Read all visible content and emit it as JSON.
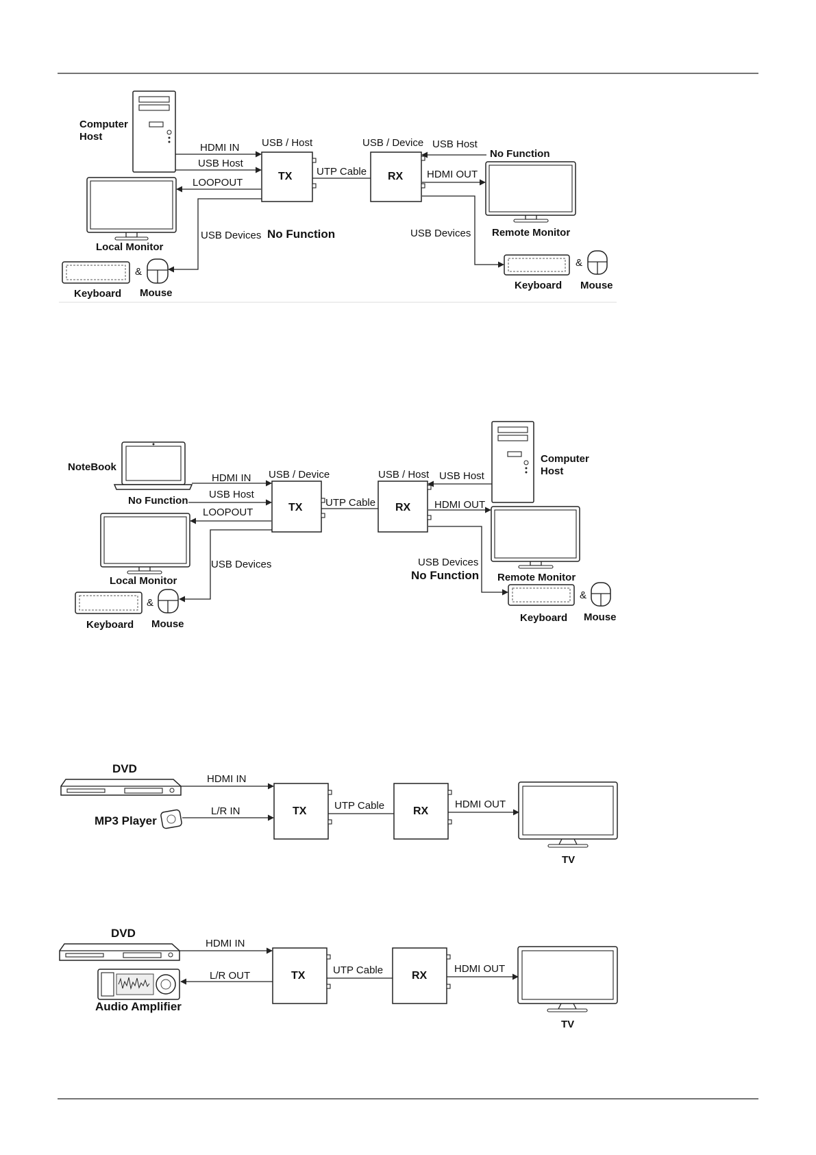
{
  "diagram1": {
    "computer_host": "Computer\nHost",
    "hdmi_in": "HDMI IN",
    "usb_host_in": "USB Host",
    "loopout": "LOOPOUT",
    "tx_port": "USB / Host",
    "tx": "TX",
    "utp_cable": "UTP Cable",
    "rx_port": "USB / Device",
    "rx": "RX",
    "rx_usb_host": "USB Host",
    "no_function_top": "No Function",
    "hdmi_out": "HDMI OUT",
    "local_monitor": "Local Monitor",
    "remote_monitor": "Remote Monitor",
    "usb_devices_local": "USB Devices",
    "no_function_local": "No Function",
    "usb_devices_remote": "USB Devices",
    "keyboard_local": "Keyboard",
    "mouse_local": "Mouse",
    "amp_local": "&",
    "keyboard_remote": "Keyboard",
    "mouse_remote": "Mouse",
    "amp_remote": "&"
  },
  "diagram2": {
    "notebook": "NoteBook",
    "hdmi_in": "HDMI IN",
    "usb_host_in": "USB Host",
    "no_function_left": "No Function",
    "loopout": "LOOPOUT",
    "tx_port": "USB / Device",
    "tx": "TX",
    "utp_cable": "UTP Cable",
    "rx_port": "USB / Host",
    "rx": "RX",
    "rx_usb_host": "USB Host",
    "computer_host": "Computer\nHost",
    "hdmi_out": "HDMI OUT",
    "local_monitor": "Local Monitor",
    "remote_monitor": "Remote Monitor",
    "usb_devices_local": "USB Devices",
    "usb_devices_remote": "USB Devices",
    "no_function_remote": "No Function",
    "keyboard_local": "Keyboard",
    "mouse_local": "Mouse",
    "amp_local": "&",
    "keyboard_remote": "Keyboard",
    "mouse_remote": "Mouse",
    "amp_remote": "&"
  },
  "diagram3": {
    "dvd": "DVD",
    "hdmi_in": "HDMI IN",
    "mp3_player": "MP3 Player",
    "lr_in": "L/R IN",
    "tx": "TX",
    "utp_cable": "UTP Cable",
    "rx": "RX",
    "hdmi_out": "HDMI OUT",
    "tv": "TV"
  },
  "diagram4": {
    "dvd": "DVD",
    "hdmi_in": "HDMI IN",
    "audio_amplifier": "Audio Amplifier",
    "lr_out": "L/R OUT",
    "tx": "TX",
    "utp_cable": "UTP Cable",
    "rx": "RX",
    "hdmi_out": "HDMI OUT",
    "tv": "TV"
  }
}
